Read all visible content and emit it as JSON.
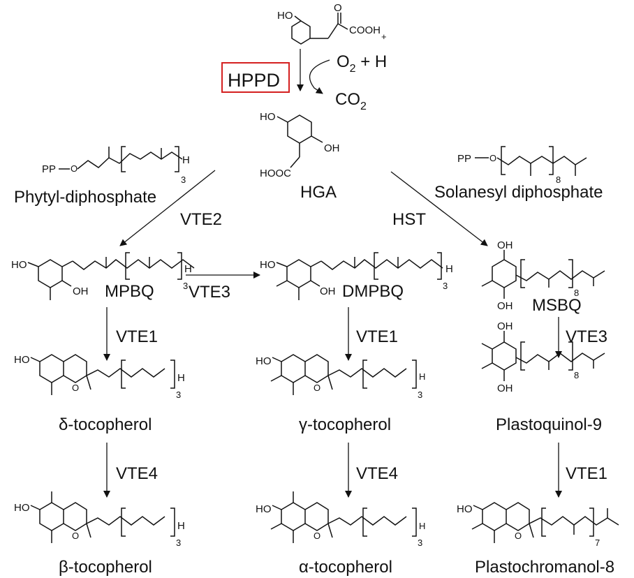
{
  "enzymes": {
    "hppd": "HPPD",
    "vte2": "VTE2",
    "hst": "HST",
    "vte3_center": "VTE3",
    "vte1_left": "VTE1",
    "vte1_center": "VTE1",
    "vte3_right": "VTE3",
    "vte4_left": "VTE4",
    "vte4_center": "VTE4",
    "vte1_right": "VTE1"
  },
  "compounds": {
    "hga": "HGA",
    "phytyl": "Phytyl-diphosphate",
    "solanesyl": "Solanesyl diphosphate",
    "mpbq": "MPBQ",
    "dmpbq": "DMPBQ",
    "msbq": "MSBQ",
    "delta": "δ-tocopherol",
    "gamma": "γ-tocopherol",
    "plastoquinol": "Plastoquinol-9",
    "beta": "β-tocopherol",
    "alpha": "α-tocopherol",
    "plastochromanol": "Plastochromanol-8"
  },
  "cosubstrates": {
    "o2": "O",
    "o2_sub": "2",
    "plus_h": " + H",
    "co2": "CO",
    "co2_sub": "2",
    "plus_top": "+"
  },
  "atoms": {
    "ho": "HO",
    "oh": "OH",
    "o": "O",
    "h": "H",
    "pp": "PP",
    "cooh": "COOH",
    "hooc": "HOOC"
  },
  "repeat_counts": {
    "phytyl": "3",
    "solanesyl": "8",
    "mpbq": "3",
    "dmpbq": "3",
    "msbq": "8",
    "delta": "3",
    "gamma": "3",
    "plastoquinol": "8",
    "beta": "3",
    "alpha": "3",
    "plastochromanol": "7"
  },
  "colors": {
    "highlight_box": "#d42020",
    "ink": "#111111"
  }
}
